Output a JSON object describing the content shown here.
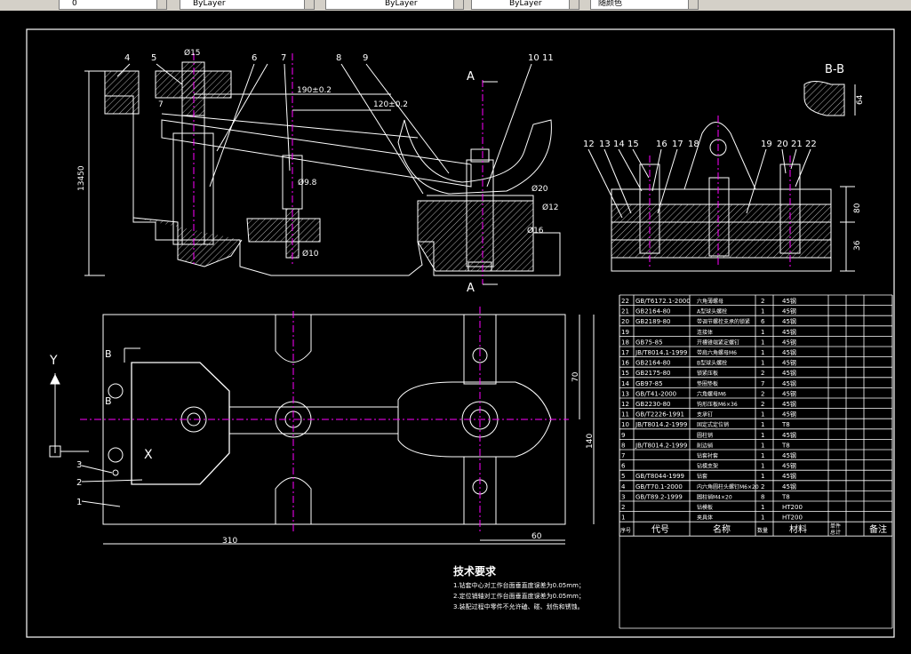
{
  "toolbar": {
    "layer_value": "0",
    "color_value": "ByLayer",
    "linetype_value": "ByLayer",
    "lineweight_value": "ByLayer",
    "plotstyle_value": "随颜色"
  },
  "drawing": {
    "section_marker": "A",
    "section_view_label": "B-B",
    "dims": {
      "d190": "190±0.2",
      "d120": "120±0.2",
      "d13450": "13450",
      "d310": "310",
      "d60": "60",
      "d70": "70",
      "d140": "140",
      "d80": "80",
      "d36": "36",
      "d7": "7",
      "d64": "64",
      "fit_15": "Ø15",
      "fit_98": "Ø9.8",
      "fit_20": "Ø20",
      "fit_12": "Ø12",
      "fit_16": "Ø16",
      "fit_10": "Ø10"
    },
    "balloons_top": [
      "4",
      "5",
      "6",
      "7",
      "8",
      "9",
      "10",
      "11"
    ],
    "balloons_right": [
      "12",
      "13",
      "14",
      "15",
      "16",
      "17",
      "18",
      "19",
      "20",
      "21",
      "22"
    ],
    "balloons_left": [
      "3",
      "2",
      "1"
    ],
    "axis_y": "Y",
    "axis_x": "X",
    "marker_b": "B",
    "tech_req": {
      "title": "技术要求",
      "lines": [
        "1.钻套中心对工作台面垂直度误差为0.05mm；",
        "2.定位销轴对工作台面垂直度误差为0.05mm；",
        "3.装配过程中零件不允许磕、碰、划伤和锈蚀。"
      ]
    }
  },
  "bom": {
    "headers": [
      "序号",
      "代号",
      "名称",
      "数量",
      "材料",
      "单件",
      "总计",
      "备注"
    ],
    "rows": [
      {
        "no": "22",
        "code": "GB/T6172.1-2000",
        "name": "六角薄螺母",
        "qty": "2",
        "mat": "45钢"
      },
      {
        "no": "21",
        "code": "GB2164-80",
        "name": "A型球头螺栓",
        "qty": "1",
        "mat": "45钢"
      },
      {
        "no": "20",
        "code": "GB2189-80",
        "name": "带调节螺栓支承的锁紧",
        "qty": "6",
        "mat": "45钢"
      },
      {
        "no": "19",
        "code": "",
        "name": "连接体",
        "qty": "1",
        "mat": "45钢"
      },
      {
        "no": "18",
        "code": "GB75-85",
        "name": "开槽锥端紧定螺钉",
        "qty": "1",
        "mat": "45钢"
      },
      {
        "no": "17",
        "code": "JB/T8014.1-1999",
        "name": "带肩六角螺母M6",
        "qty": "1",
        "mat": "45钢"
      },
      {
        "no": "16",
        "code": "GB2164-80",
        "name": "B型球头螺栓",
        "qty": "1",
        "mat": "45钢"
      },
      {
        "no": "15",
        "code": "GB2175-80",
        "name": "锁紧压板",
        "qty": "2",
        "mat": "45钢"
      },
      {
        "no": "14",
        "code": "GB97-85",
        "name": "垫圈垫板",
        "qty": "7",
        "mat": "45钢"
      },
      {
        "no": "13",
        "code": "GB/T41-2000",
        "name": "六角螺母M6",
        "qty": "2",
        "mat": "45钢"
      },
      {
        "no": "12",
        "code": "GB2230-80",
        "name": "钩形压板M6×36",
        "qty": "2",
        "mat": "45钢"
      },
      {
        "no": "11",
        "code": "GB/T2226-1991",
        "name": "支承钉",
        "qty": "1",
        "mat": "45钢"
      },
      {
        "no": "10",
        "code": "JB/T8014.2-1999",
        "name": "固定式定位销",
        "qty": "1",
        "mat": "T8"
      },
      {
        "no": "9",
        "code": "",
        "name": "圆柱销",
        "qty": "1",
        "mat": "45钢"
      },
      {
        "no": "8",
        "code": "JB/T8014.2-1999",
        "name": "削边销",
        "qty": "1",
        "mat": "T8"
      },
      {
        "no": "7",
        "code": "",
        "name": "钻套衬套",
        "qty": "1",
        "mat": "45钢"
      },
      {
        "no": "6",
        "code": "",
        "name": "钻模支架",
        "qty": "1",
        "mat": "45钢"
      },
      {
        "no": "5",
        "code": "GB/T8044-1999",
        "name": "钻套",
        "qty": "1",
        "mat": "45钢"
      },
      {
        "no": "4",
        "code": "GB/T70.1-2000",
        "name": "内六角圆柱头螺钉M6×20",
        "qty": "2",
        "mat": "45钢"
      },
      {
        "no": "3",
        "code": "GB/T89.2-1999",
        "name": "圆柱销M4×20",
        "qty": "8",
        "mat": "T8"
      },
      {
        "no": "2",
        "code": "",
        "name": "钻模板",
        "qty": "1",
        "mat": "HT200"
      },
      {
        "no": "1",
        "code": "",
        "name": "夹具体",
        "qty": "1",
        "mat": "HT200"
      }
    ]
  },
  "colors": {
    "background": "#000000",
    "outline": "#ffffff",
    "center_line": "#ff00ff",
    "toolbar": "#d4d0c8"
  }
}
